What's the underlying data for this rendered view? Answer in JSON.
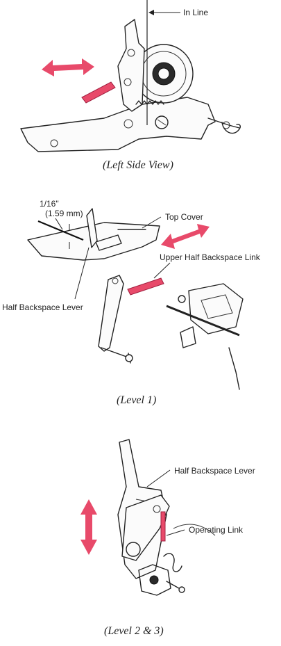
{
  "figure1": {
    "label_in_line": "In Line",
    "caption": "(Left Side View)",
    "arrow_color": "#e84a6a"
  },
  "figure2": {
    "label_dim_frac": "1/16\"",
    "label_dim_mm": "(1.59 mm)",
    "label_top_cover": "Top Cover",
    "label_upper_link": "Upper Half Backspace Link",
    "label_lever": "Half Backspace Lever",
    "caption": "(Level 1)",
    "arrow_color": "#e84a6a"
  },
  "figure3": {
    "label_lever": "Half Backspace Lever",
    "label_operating_link": "Operating Link",
    "caption": "(Level 2 & 3)",
    "arrow_color": "#e84a6a"
  }
}
